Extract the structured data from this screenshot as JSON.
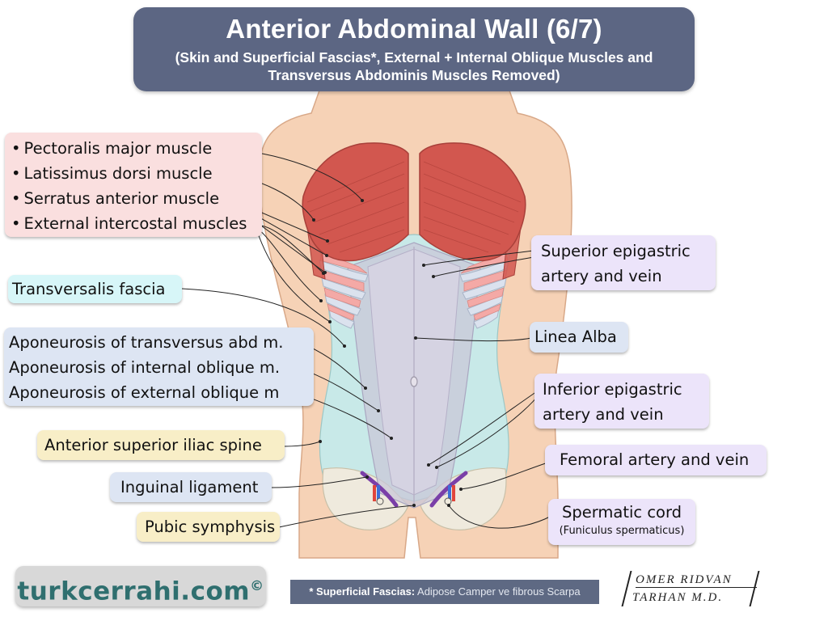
{
  "title": "Anterior Abdominal Wall (6/7)",
  "subtitle_line1": "(Skin and Superficial Fascias*, External + Internal Oblique Muscles and",
  "subtitle_line2": "Transversus Abdominis Muscles Removed)",
  "labels": {
    "muscles": [
      "Pectoralis major muscle",
      "Latissimus dorsi muscle",
      "Serratus anterior muscle",
      "External intercostal muscles"
    ],
    "transversalis_fascia": "Transversalis fascia",
    "aponeuroses": [
      "Aponeurosis of transversus abd m.",
      "Aponeurosis of internal oblique m.",
      "Aponeurosis of external oblique m"
    ],
    "anterior_superior_iliac_spine": "Anterior superior iliac spine",
    "inguinal_ligament": "Inguinal ligament",
    "pubic_symphysis": "Pubic symphysis",
    "superior_epigastric": [
      "Superior epigastric",
      "artery and vein"
    ],
    "linea_alba": "Linea Alba",
    "inferior_epigastric": [
      "Inferior epigastric",
      "artery and vein"
    ],
    "femoral": "Femoral artery and vein",
    "spermatic_cord": "Spermatic cord",
    "spermatic_cord_latin": "(Funiculus spermaticus)"
  },
  "footer": {
    "logo_text": "turkcerrahi.com",
    "logo_mark": "©",
    "footnote_bold": "* Superficial Fascias:",
    "footnote_text": " Adipose Camper ve fibrous Scarpa",
    "signature_line1": "OMER RIDVAN",
    "signature_line2": "TARHAN M.D."
  },
  "colors": {
    "skin": "#f6d2b6",
    "muscle": "#d2574f",
    "fascia": "#c8e9e8",
    "aponeurosis": "#c9c7d8",
    "bone": "#efeadd",
    "title_bg": "#5c6683"
  }
}
